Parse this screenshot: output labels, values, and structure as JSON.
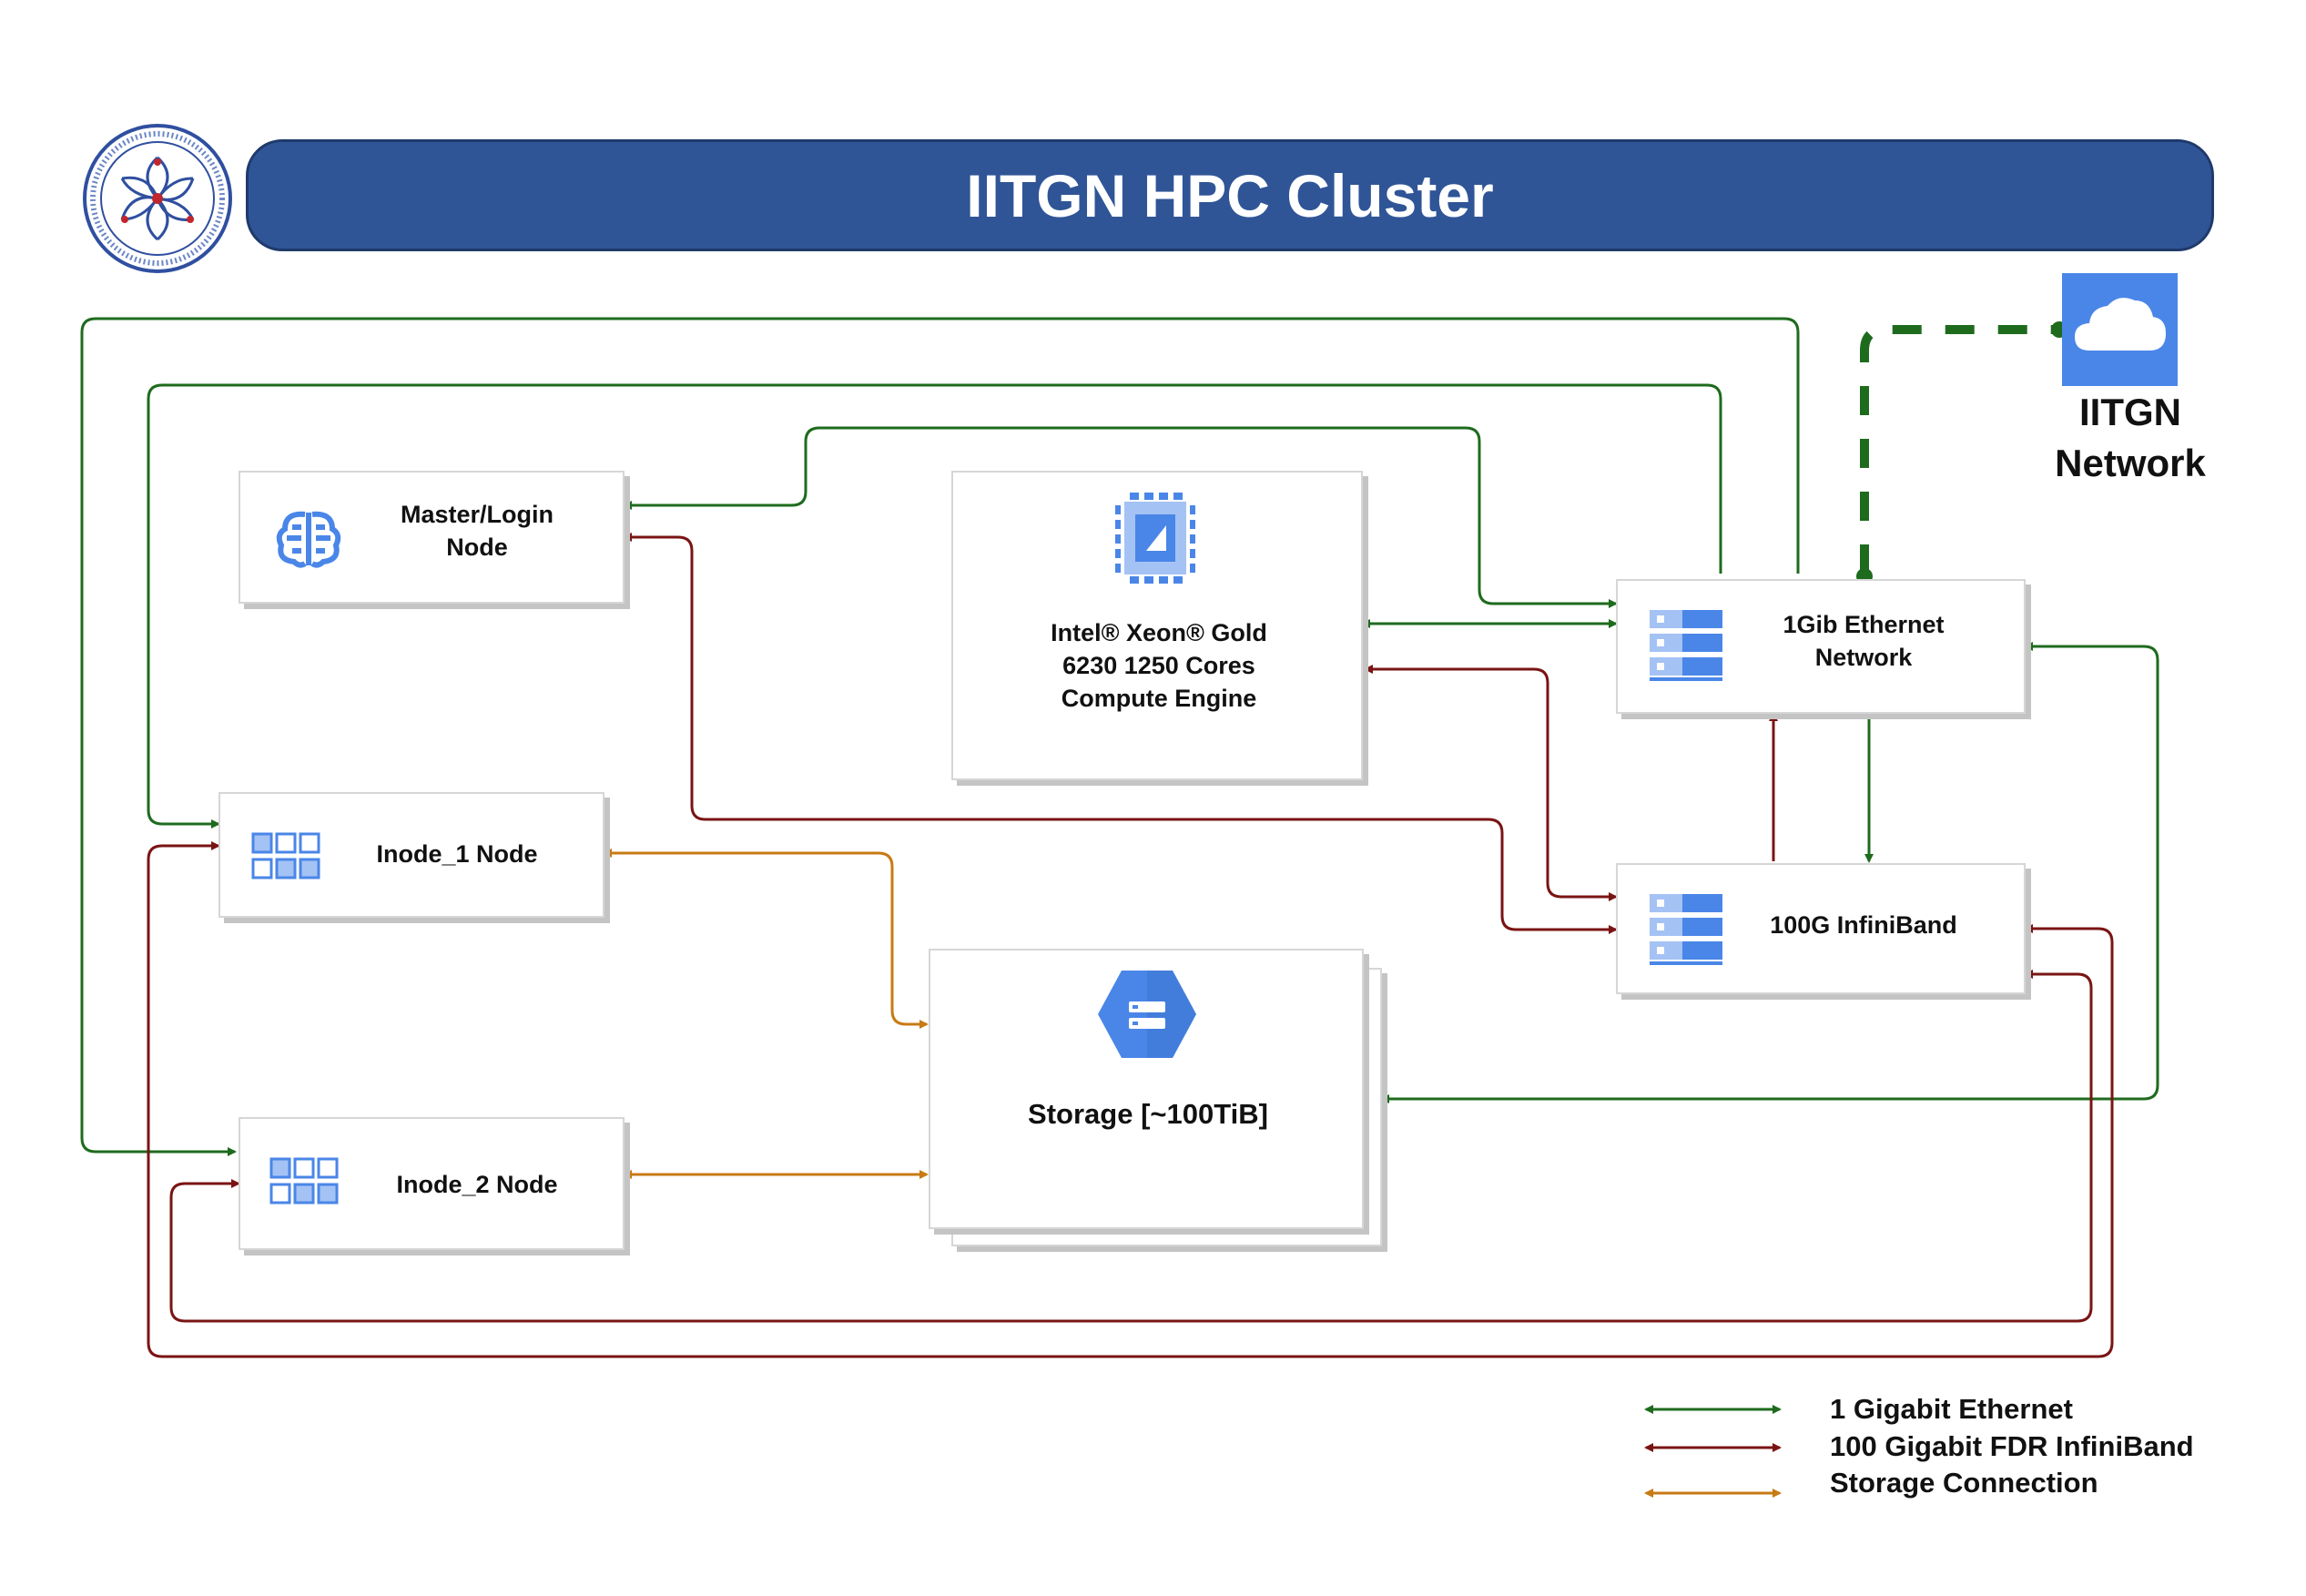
{
  "title": "IITGN HPC Cluster",
  "network_label": "IITGN Network",
  "nodes": {
    "master": "Master/Login Node",
    "compute": "Intel® Xeon® Gold 6230 1250 Cores Compute Engine",
    "ethernet": "1Gib Ethernet Network",
    "inode1": "Inode_1 Node",
    "infiniband": "100G InfiniBand",
    "storage": "Storage [~100TiB]",
    "inode2": "Inode_2 Node"
  },
  "legend": [
    {
      "label": "1 Gigabit Ethernet",
      "color": "#1e6b1e"
    },
    {
      "label": "100 Gigabit FDR InfiniBand",
      "color": "#7a1414"
    },
    {
      "label": "Storage Connection",
      "color": "#c87a14"
    }
  ],
  "colors": {
    "ethernet": "#1e6b1e",
    "infiniband": "#7a1414",
    "storage": "#c87a14",
    "title_bg": "#2f5597",
    "icon_blue": "#4a86e8"
  }
}
